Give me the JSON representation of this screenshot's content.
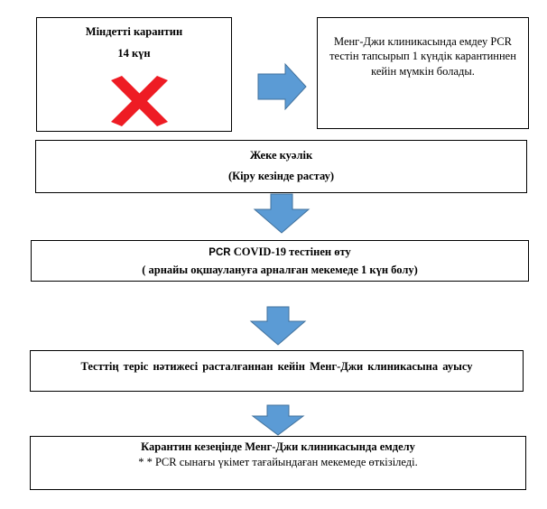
{
  "box_quarantine": {
    "title": "Міндетті карантин",
    "duration": "14 күн",
    "cross_color": "#ee1c24",
    "crossed_out": true
  },
  "box_clinic_test": {
    "text": "Менг-Джи клиникасында емдеу PCR тестін тапсырып 1 күндік карантиннен кейін мүмкін болады."
  },
  "box_id": {
    "line1": "Жеке куәлік",
    "line2": "(Кіру кезінде растау)"
  },
  "box_pcr": {
    "line1_a": "PCR",
    "line1_b": " COVID-19  тестінен өту",
    "line2": "( арнайы оқшаулануға  арналған мекемеде 1 күн болу)"
  },
  "box_transfer": {
    "text": "Тесттің теріс нәтижесі расталғаннан кейін Менг-Джи клиникасына ауысу"
  },
  "box_treatment": {
    "line1": "Карантин кезеңінде Менг-Джи клиникасында  емделу",
    "line2": "* * PCR сынағы үкімет тағайындаған мекемеде өткізіледі."
  },
  "colors": {
    "arrow_fill": "#5b9bd5",
    "arrow_stroke": "#41719c",
    "border": "#000000"
  }
}
